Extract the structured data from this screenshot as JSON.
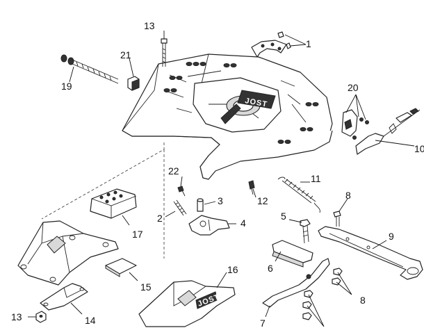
{
  "diagram": {
    "brand_on_plate": "JOST",
    "brand_on_bracket": "JOST",
    "callouts": {
      "c1": "1",
      "c2": "2",
      "c3": "3",
      "c4": "4",
      "c5": "5",
      "c6": "6",
      "c7": "7",
      "c8a": "8",
      "c8b": "8",
      "c9": "9",
      "c10": "10",
      "c11": "11",
      "c12": "12",
      "c13a": "13",
      "c13b": "13",
      "c14": "14",
      "c15": "15",
      "c16": "16",
      "c17": "17",
      "c19": "19",
      "c20": "20",
      "c21": "21",
      "c22": "22"
    }
  }
}
